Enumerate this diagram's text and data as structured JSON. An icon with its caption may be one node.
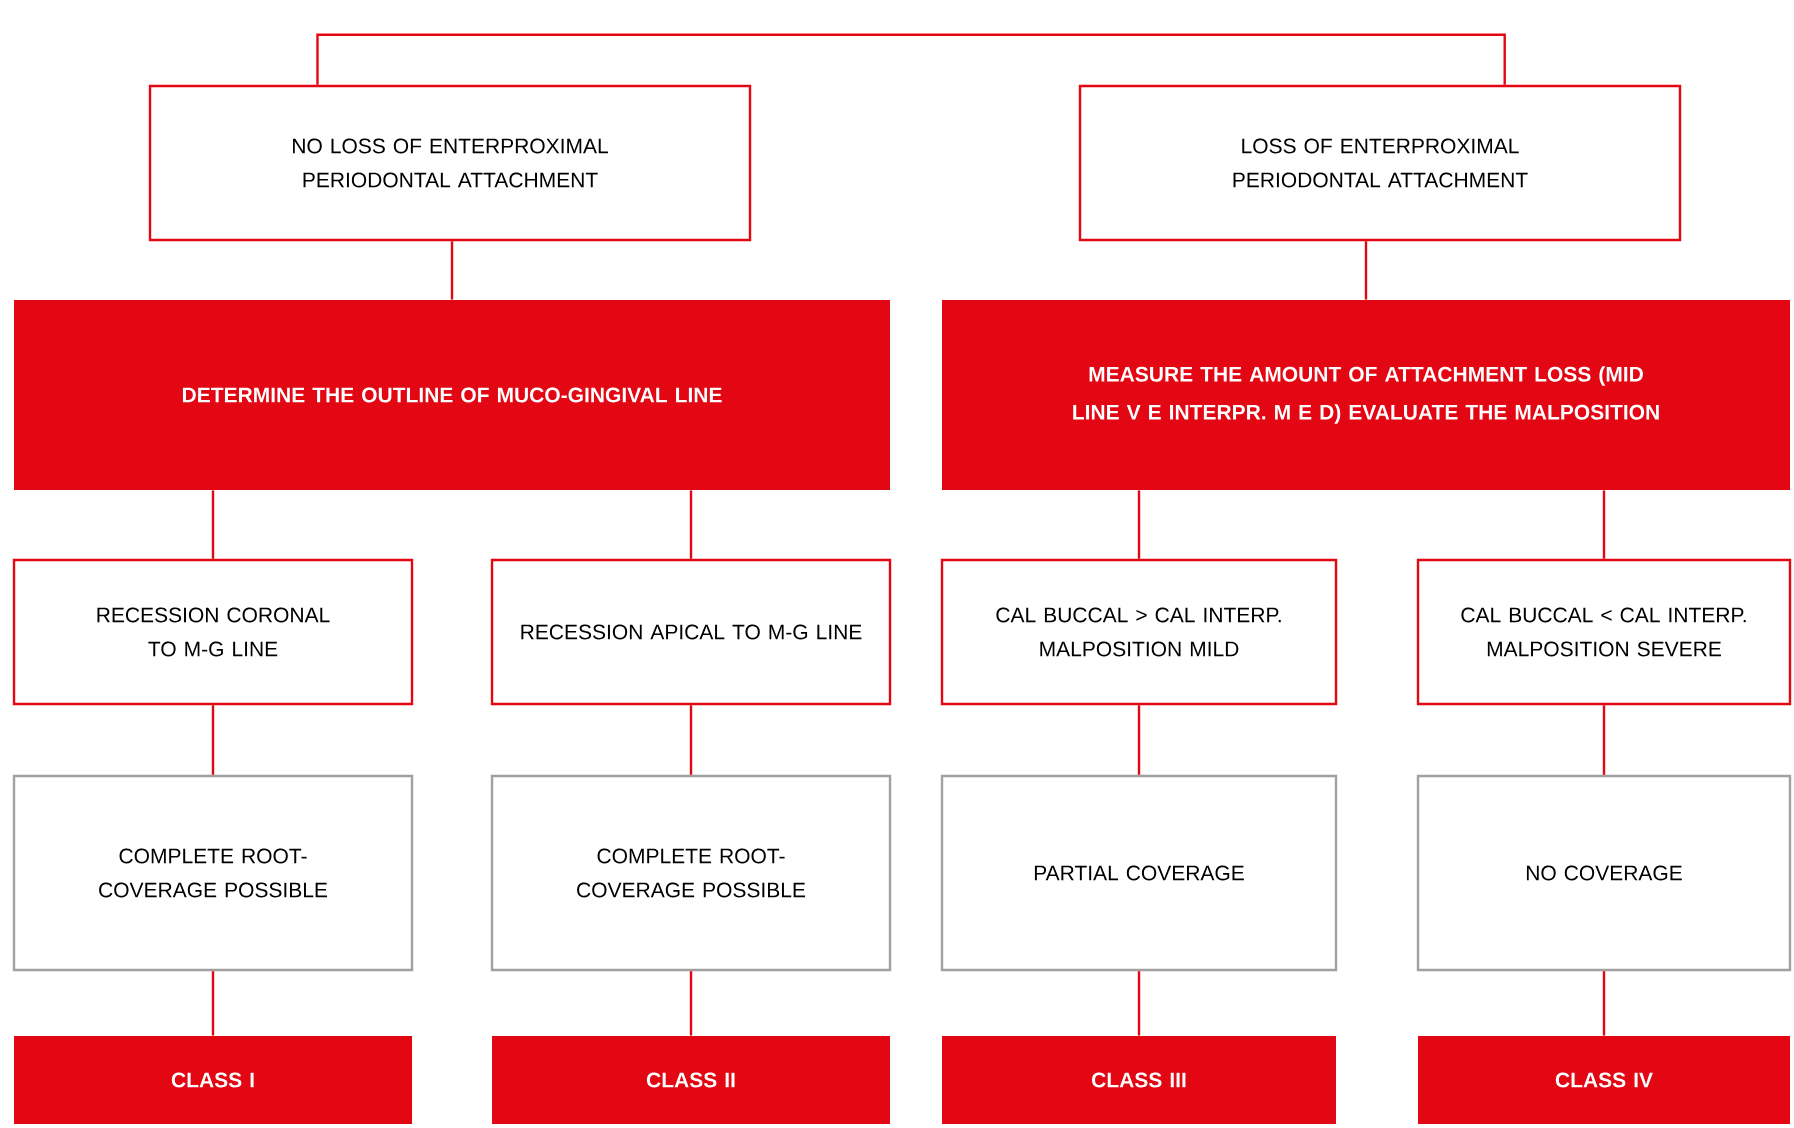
{
  "diagram": {
    "nodes": [
      {
        "text": [
          "NO LOSS OF ENTERPROXIMAL PERIODONTAL ATTACHMENT"
        ]
      },
      {
        "text": [
          "LOSS OF ENTERPROXIMAL PERIODONTAL ATTACHMENT"
        ]
      },
      {
        "text": [
          "DETERMINE THE OUTLINE OF MUCO-GINGIVAL LINE"
        ]
      },
      {
        "text": [
          "MEASURE THE AMOUNT OF ATTACHMENT LOSS (MID LINE V E INTERPR. M E D) EVALUATE THE MALPOSITION"
        ]
      },
      {
        "text": [
          "RECESSION CORONAL TO M-G LINE"
        ]
      },
      {
        "text": [
          "RECESSION APICAL TO M-G LINE"
        ]
      },
      {
        "text": [
          "CAL BUCCAL > CAL INTERP. MALPOSITION MILD"
        ]
      },
      {
        "text": [
          "CAL BUCCAL < CAL INTERP. MALPOSITION SEVERE"
        ]
      },
      {
        "text": [
          "COMPLETE ROOT-COVERAGE POSSIBLE"
        ]
      },
      {
        "text": [
          "COMPLETE ROOT-COVERAGE POSSIBLE"
        ]
      },
      {
        "text": [
          "PARTIAL COVERAGE"
        ]
      },
      {
        "text": [
          "NO COVERAGE"
        ]
      },
      {
        "text": [
          "CLASS I"
        ]
      },
      {
        "text": [
          "CLASS II"
        ]
      },
      {
        "text": [
          "CLASS III"
        ]
      },
      {
        "text": [
          "CLASS IV"
        ]
      }
    ],
    "edges": [
      {
        "from": 0,
        "to": 1,
        "arrow": "none"
      },
      {
        "from": 0,
        "to": 2,
        "arrow": "none"
      },
      {
        "from": 1,
        "to": 3,
        "arrow": "none"
      },
      {
        "from": 2,
        "to": 4,
        "arrow": "none"
      },
      {
        "from": 2,
        "to": 5,
        "arrow": "none"
      },
      {
        "from": 3,
        "to": 6,
        "arrow": "none"
      },
      {
        "from": 3,
        "to": 7,
        "arrow": "none"
      },
      {
        "from": 4,
        "to": 8,
        "arrow": "none"
      },
      {
        "from": 5,
        "to": 9,
        "arrow": "none"
      },
      {
        "from": 6,
        "to": 10,
        "arrow": "none"
      },
      {
        "from": 7,
        "to": 11,
        "arrow": "none"
      },
      {
        "from": 8,
        "to": 12,
        "arrow": "none"
      },
      {
        "from": 9,
        "to": 13,
        "arrow": "none"
      },
      {
        "from": 10,
        "to": 14,
        "arrow": "none"
      },
      {
        "from": 11,
        "to": 15,
        "arrow": "none"
      }
    ]
  }
}
